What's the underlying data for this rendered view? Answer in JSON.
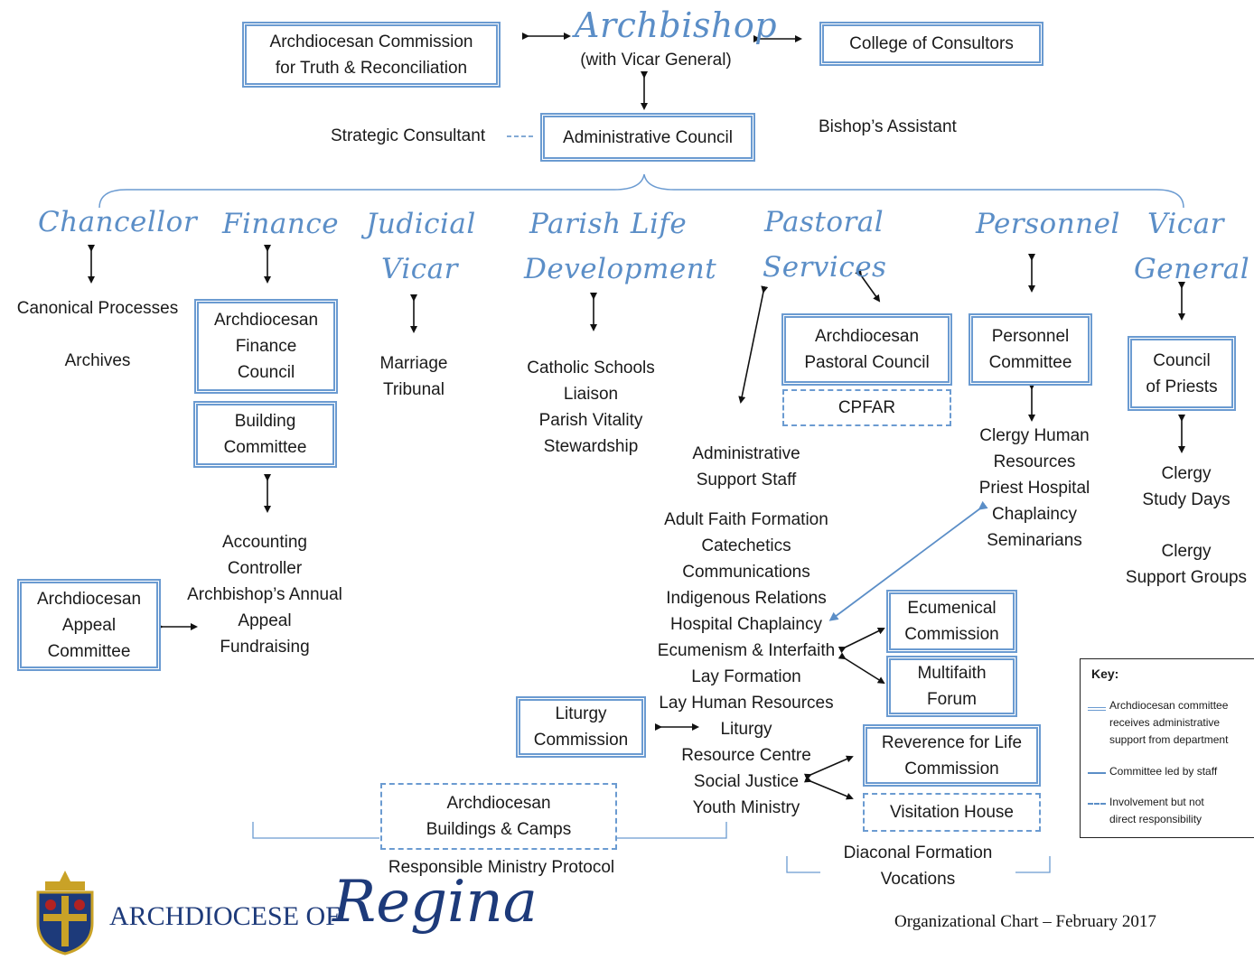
{
  "top": {
    "archbishop": "Archbishop",
    "archbishop_sub": "(with Vicar General)",
    "truth_commission": [
      "Archdiocesan Commission",
      "for Truth & Reconciliation"
    ],
    "consultors": "College of Consultors",
    "admin_council": "Administrative Council",
    "strategic": "Strategic Consultant",
    "bishops_assistant": "Bishop’s Assistant"
  },
  "departments": {
    "chancellor": {
      "title": "Chancellor",
      "items": [
        "Canonical Processes",
        "Archives"
      ]
    },
    "finance": {
      "title": "Finance",
      "finance_council": [
        "Archdiocesan",
        "Finance",
        "Council"
      ],
      "building_committee": [
        "Building",
        "Committee"
      ],
      "items": [
        "Accounting",
        "Controller",
        "Archbishop’s Annual",
        "Appeal",
        "Fundraising"
      ],
      "appeal_committee": [
        "Archdiocesan",
        "Appeal",
        "Committee"
      ]
    },
    "judicial": {
      "title": [
        "Judicial",
        "Vicar"
      ],
      "items": [
        "Marriage",
        "Tribunal"
      ]
    },
    "parish": {
      "title": [
        "Parish Life",
        "Development"
      ],
      "items": [
        "Catholic Schools",
        "Liaison",
        "Parish Vitality",
        "Stewardship"
      ]
    },
    "pastoral": {
      "title": [
        "Pastoral",
        "Services"
      ],
      "pastoral_council": [
        "Archdiocesan",
        "Pastoral Council"
      ],
      "cpfar": "CPFAR",
      "support_staff": [
        "Administrative",
        "Support Staff"
      ],
      "items": [
        "Adult Faith Formation",
        "Catechetics",
        "Communications",
        "Indigenous Relations",
        "Hospital Chaplaincy",
        "Ecumenism & Interfaith",
        "Lay Formation",
        "Lay Human Resources",
        "Liturgy",
        "Resource Centre",
        "Social Justice",
        "Youth Ministry"
      ],
      "ecumenical": [
        "Ecumenical",
        "Commission"
      ],
      "multifaith": [
        "Multifaith",
        "Forum"
      ],
      "liturgy_commission": [
        "Liturgy",
        "Commission"
      ],
      "reverence": [
        "Reverence for Life",
        "Commission"
      ],
      "visitation": "Visitation House",
      "buildings_camps": [
        "Archdiocesan",
        "Buildings & Camps"
      ],
      "protocol": "Responsible Ministry Protocol",
      "diaconal": [
        "Diaconal Formation",
        "Vocations"
      ]
    },
    "personnel": {
      "title": "Personnel",
      "committee": [
        "Personnel",
        "Committee"
      ],
      "items": [
        "Clergy Human",
        "Resources",
        "Priest Hospital",
        "Chaplaincy",
        "Seminarians"
      ]
    },
    "vicar_general": {
      "title": [
        "Vicar",
        "General"
      ],
      "council": [
        "Council",
        "of Priests"
      ],
      "items": [
        "Clergy",
        "Study Days",
        "Clergy",
        "Support Groups"
      ]
    }
  },
  "key": {
    "title": "Key:",
    "entries": [
      [
        "Archdiocesan committee",
        "receives administrative",
        "support from department"
      ],
      [
        "Committee led by staff"
      ],
      [
        "Involvement but not",
        "direct responsibility"
      ]
    ]
  },
  "logo": {
    "text": "ARCHDIOCESE OF",
    "script": "Regina"
  },
  "footer": "Organizational Chart – February 2017",
  "colors": {
    "accent": "#5b8ec7",
    "box_border": "#6b9bd1",
    "text": "#1a1a1a"
  }
}
